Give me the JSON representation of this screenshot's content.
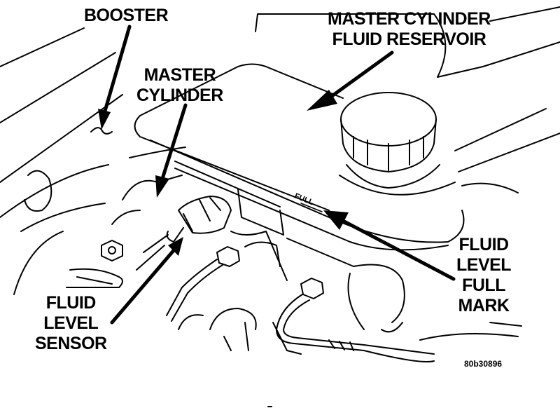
{
  "diagram": {
    "subject": "Brake master cylinder assembly",
    "callouts": {
      "booster": {
        "lines": [
          "BOOSTER"
        ]
      },
      "master_cylinder": {
        "lines": [
          "MASTER",
          "CYLINDER"
        ]
      },
      "reservoir": {
        "lines": [
          "MASTER CYLINDER",
          "FLUID RESERVOIR"
        ]
      },
      "full_mark": {
        "lines": [
          "FLUID",
          "LEVEL",
          "FULL",
          "MARK"
        ]
      },
      "sensor": {
        "lines": [
          "FLUID",
          "LEVEL",
          "SENSOR"
        ]
      }
    },
    "embossed_text": "FULL",
    "figure_number": "80b30896",
    "colors": {
      "ink": "#000000",
      "paper": "#ffffff"
    }
  }
}
